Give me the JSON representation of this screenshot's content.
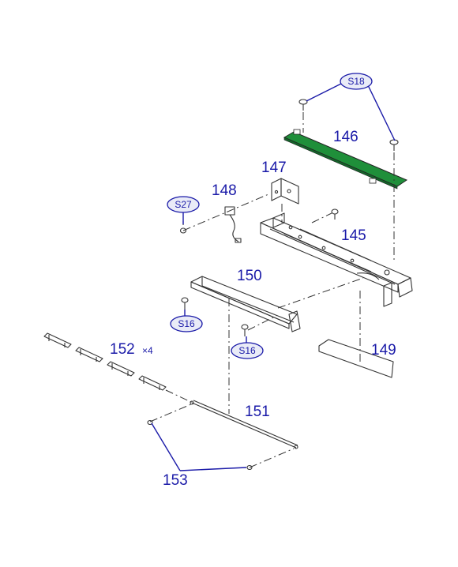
{
  "colors": {
    "label": "#1a1aa8",
    "board": "#1f8f3a",
    "line": "#333333",
    "oval_fill": "#e9ebf7"
  },
  "labels": {
    "p145": "145",
    "p146": "146",
    "p147": "147",
    "p148": "148",
    "p149": "149",
    "p150": "150",
    "p151": "151",
    "p152": "152",
    "p152_qty": "×4",
    "p153": "153"
  },
  "refs": {
    "s18": "S18",
    "s27": "S27",
    "s16_a": "S16",
    "s16_b": "S16"
  }
}
